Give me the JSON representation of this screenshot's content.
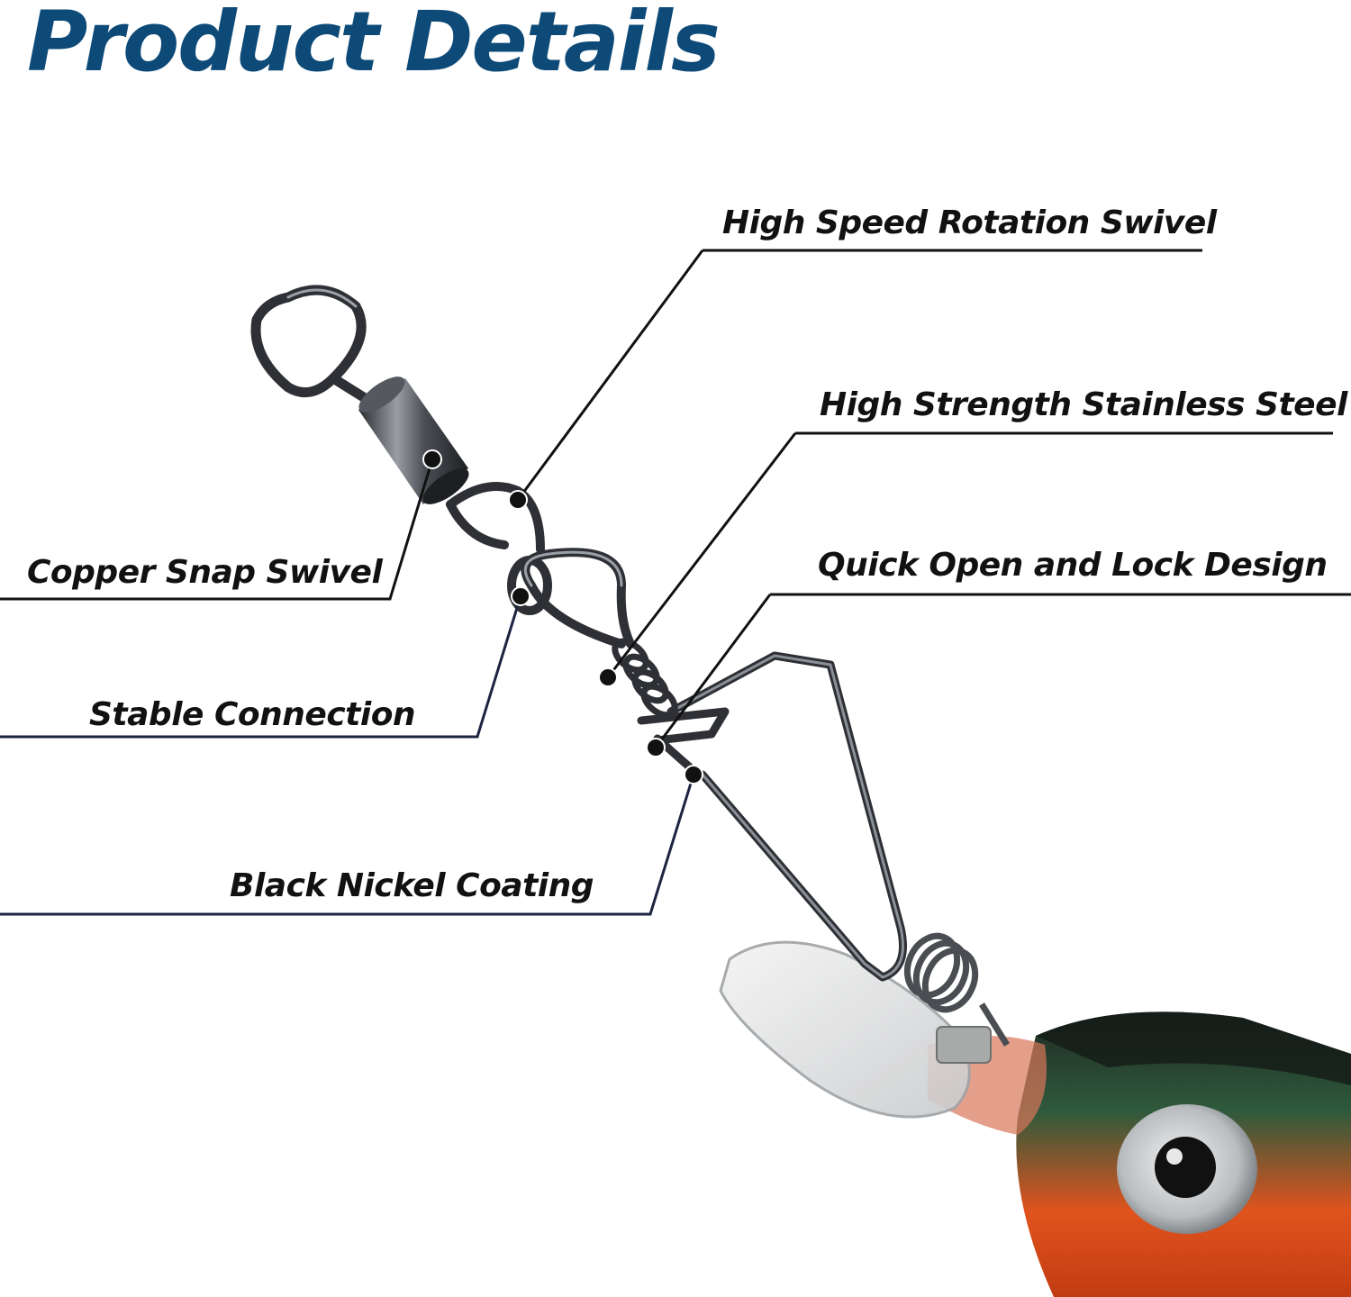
{
  "title": "Product Details",
  "colors": {
    "title": "#0d4a78",
    "label_text": "#111111",
    "leader_line": "#111111",
    "leader_line_alt": "#1c2440",
    "metal": "#3a3d42",
    "lure_orange": "#e0531d",
    "lure_green": "#2f5a3c",
    "lure_dark": "#1e2a22"
  },
  "callouts": [
    {
      "id": "hsrs",
      "label": "High Speed Rotation Swivel"
    },
    {
      "id": "hsss",
      "label": "High Strength Stainless Steel"
    },
    {
      "id": "css",
      "label": "Copper Snap Swivel"
    },
    {
      "id": "qold",
      "label": "Quick Open and Lock Design"
    },
    {
      "id": "sc",
      "label": "Stable Connection"
    },
    {
      "id": "bnc",
      "label": "Black Nickel Coating"
    }
  ]
}
